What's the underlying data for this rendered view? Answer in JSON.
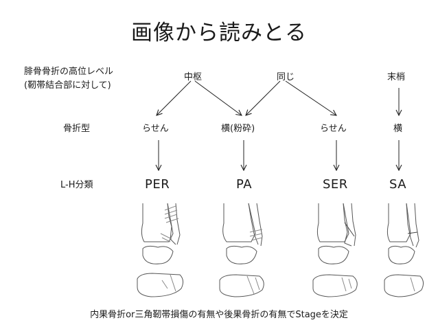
{
  "title": "画像から読みとる",
  "row_labels": {
    "level_line1": "腓骨骨折の高位レベル",
    "level_line2": "(靭帯結合部に対して)",
    "fracture_type": "骨折型",
    "lh_class": "L-H分類"
  },
  "levels": {
    "middle": "中枢",
    "same": "同じ",
    "distal": "末梢"
  },
  "fracture_types": {
    "per": "らせん",
    "pa": "横(粉砕)",
    "ser": "らせん",
    "sa": "横"
  },
  "classes": {
    "per": "PER",
    "pa": "PA",
    "ser": "SER",
    "sa": "SA"
  },
  "caption": "内果骨折or三角靭帯損傷の有無や後果骨折の有無でStageを決定"
}
